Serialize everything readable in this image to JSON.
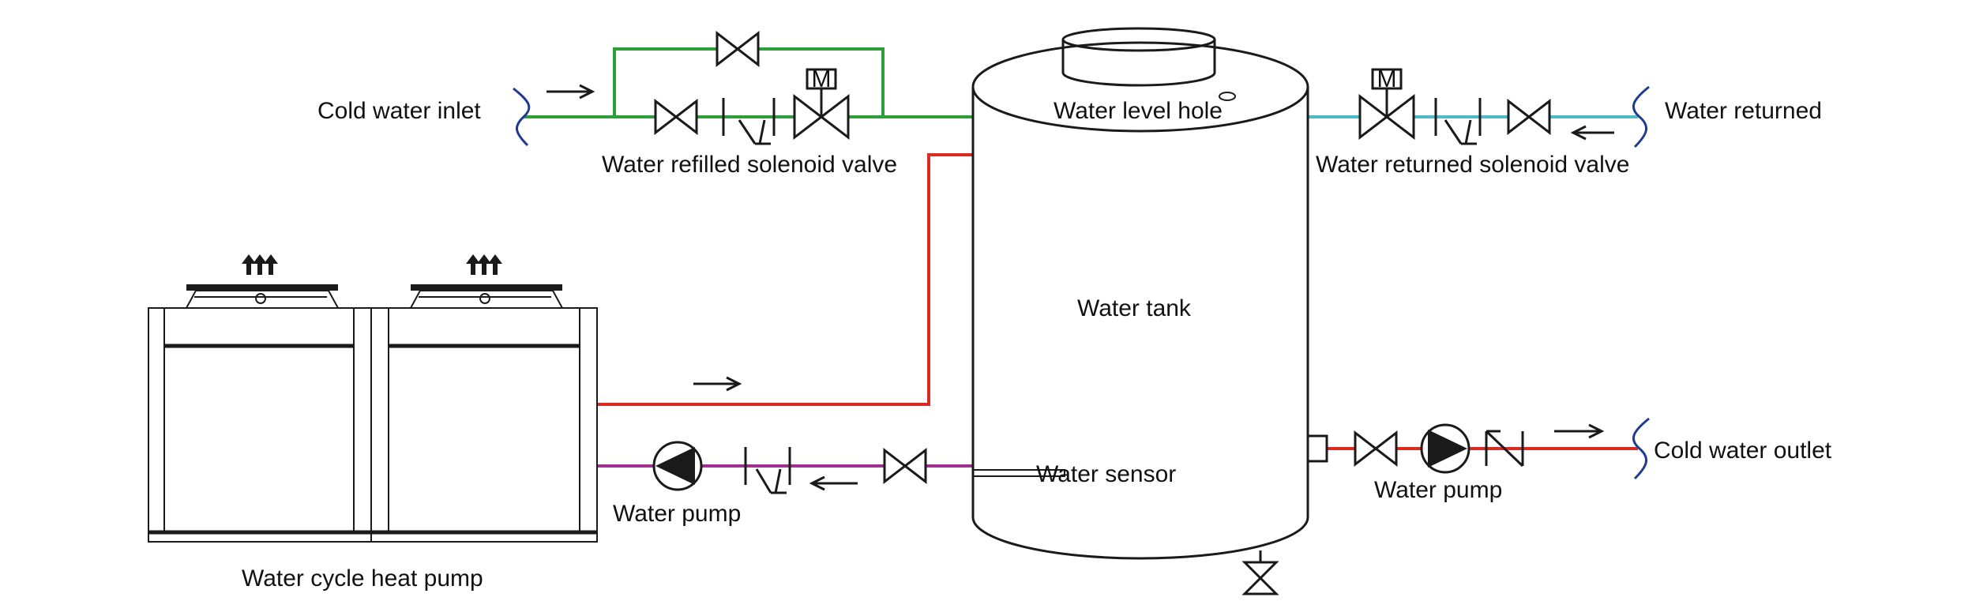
{
  "labels": {
    "cold_water_inlet": "Cold water inlet",
    "water_refilled_solenoid_valve": "Water refilled solenoid valve",
    "water_level_hole": "Water level hole",
    "water_returned_solenoid_valve": "Water returned solenoid valve",
    "water_returned": "Water returned",
    "water_tank": "Water tank",
    "water_sensor": "Water sensor",
    "water_pump_left": "Water pump",
    "water_pump_right": "Water pump",
    "cold_water_outlet": "Cold water outlet",
    "water_cycle_heat_pump": "Water cycle heat pump",
    "motor_symbol_left": "M",
    "motor_symbol_right": "M"
  },
  "pipe_colors": {
    "cold_water_inlet_line": "#2e9e3a",
    "hot_water_supply_line": "#d92b24",
    "circulation_return_line": "#a0308f",
    "water_returned_line": "#4fb9c6",
    "cold_water_outlet_line": "#d92b24"
  },
  "icons": [
    "gate-valve-icon",
    "solenoid-valve-icon",
    "y-strainer-icon",
    "pump-icon",
    "check-valve-icon",
    "drain-valve-icon",
    "flow-arrow-icon",
    "fan-airflow-icon",
    "pipe-end-wave-icon"
  ]
}
